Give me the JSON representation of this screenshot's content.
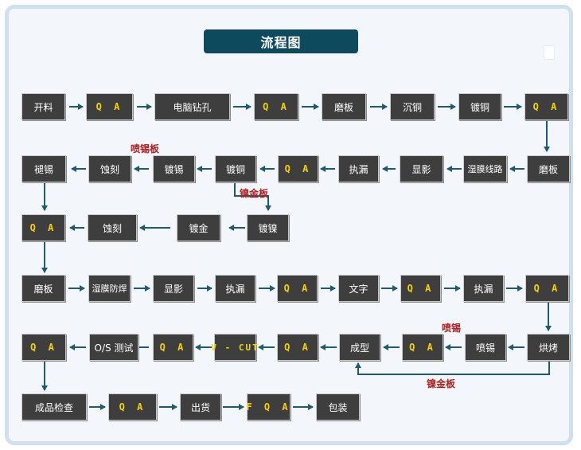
{
  "title": "流程图",
  "colors": {
    "box_fill": "#3e3e3e",
    "qa_text": "#f6d200",
    "arrow": "#205a6e",
    "note_text": "#b02020",
    "title_fill": "#0d4a5e"
  },
  "steps": {
    "r1": [
      "开料",
      "Q A",
      "电脑钻孔",
      "Q A",
      "磨板",
      "沉铜",
      "镀铜",
      "Q A"
    ],
    "r2": [
      "褪锡",
      "蚀刻",
      "镀锡",
      "镀铜",
      "Q A",
      "执漏",
      "显影",
      "湿膜线路",
      "磨板"
    ],
    "r3": [
      "Q A",
      "蚀刻",
      "镀金",
      "镀镍"
    ],
    "r4": [
      "磨板",
      "湿膜防焊",
      "显影",
      "执漏",
      "Q A",
      "文字",
      "Q A",
      "执漏",
      "Q A"
    ],
    "r5": [
      "Q A",
      "O/S 测试",
      "Q A",
      "V - CUT",
      "Q A",
      "成型",
      "Q A",
      "喷锡",
      "烘烤"
    ],
    "r6": [
      "成品检查",
      "Q A",
      "出货",
      "F Q A",
      "包装"
    ]
  },
  "notes": {
    "spray_tin_board": "喷锡板",
    "nickel_gold_board_1": "镍金板",
    "spray_tin": "喷锡",
    "nickel_gold_board_2": "镍金板"
  }
}
